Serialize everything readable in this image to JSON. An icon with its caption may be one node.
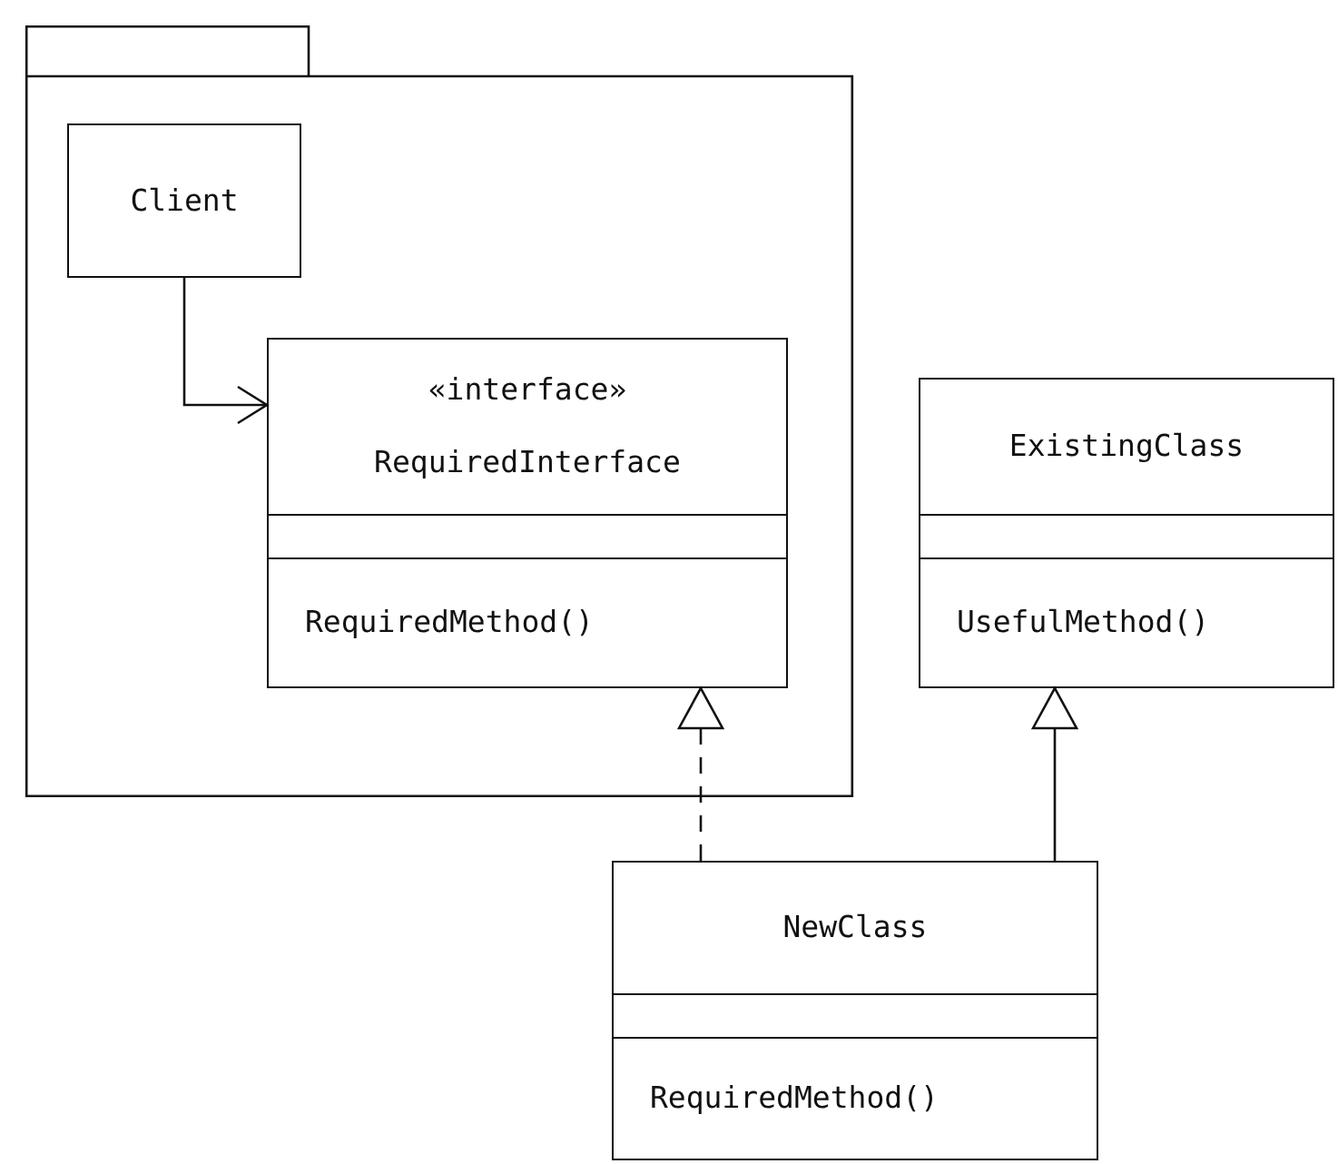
{
  "diagram": {
    "nodes": [
      {
        "text": [],
        "shape": "folder"
      },
      {
        "text": [
          "Client"
        ],
        "in": 0
      },
      {
        "text": [
          "«interface»",
          "RequiredInterface",
          "RequiredMethod()"
        ],
        "in": 0
      },
      {
        "text": [
          "ExistingClass",
          "UsefulMethod()"
        ]
      },
      {
        "text": [
          "NewClass",
          "RequiredMethod()"
        ]
      }
    ],
    "edges": [
      {
        "from": 1,
        "to": 2,
        "arrow": "to"
      },
      {
        "from": 4,
        "to": 2,
        "arrow": "to",
        "style": "dashed"
      },
      {
        "from": 4,
        "to": 3,
        "arrow": "to"
      }
    ]
  }
}
